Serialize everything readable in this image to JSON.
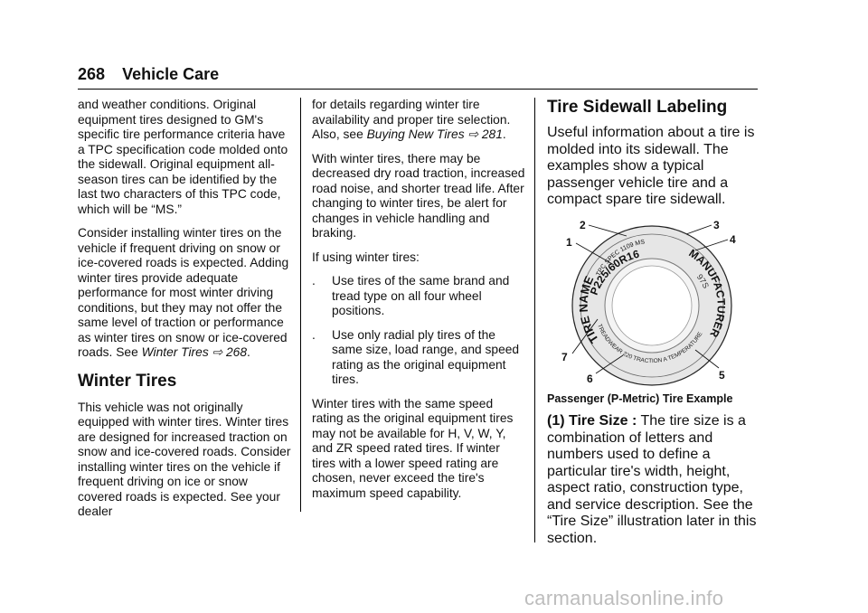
{
  "header": {
    "page_number": "268",
    "title": "Vehicle Care"
  },
  "col1": {
    "p1": "and weather conditions. Original equipment tires designed to GM's specific tire performance criteria have a TPC specification code molded onto the sidewall. Original equipment all-season tires can be identified by the last two characters of this TPC code, which will be “MS.”",
    "p2": "Consider installing winter tires on the vehicle if frequent driving on snow or ice-covered roads is expected. Adding winter tires provide adequate performance for most winter driving conditions, but they may not offer the same level of traction or performance as winter tires on snow or ice-covered roads.",
    "p2_see": "See",
    "p2_ref": "Winter Tires",
    "p2_ref_sym": "⇨",
    "p2_ref_page": "268",
    "heading": "Winter Tires",
    "p3": "This vehicle was not originally equipped with winter tires. Winter tires are designed for increased traction on snow and ice-covered roads. Consider installing winter tires on the vehicle if frequent driving on ice or snow covered roads is expected. See your dealer"
  },
  "col2": {
    "p1": "for details regarding winter tire availability and proper tire selection. Also, see",
    "p1_ref": "Buying New Tires",
    "p1_ref_sym": "⇨",
    "p1_ref_page": "281",
    "p2": "With winter tires, there may be decreased dry road traction, increased road noise, and shorter tread life. After changing to winter tires, be alert for changes in vehicle handling and braking.",
    "p3": "If using winter tires:",
    "bullets": [
      {
        "mark": ".",
        "text": "Use tires of the same brand and tread type on all four wheel positions."
      },
      {
        "mark": ".",
        "text": "Use only radial ply tires of the same size, load range, and speed rating as the original equipment tires."
      }
    ],
    "p4": "Winter tires with the same speed rating as the original equipment tires may not be available for H, V, W, Y, and ZR speed rated tires. If winter tires with a lower speed rating are chosen, never exceed the tire's maximum speed capability."
  },
  "col3": {
    "heading": "Tire Sidewall Labeling",
    "intro": "Useful information about a tire is molded into its sidewall. The examples show a typical passenger vehicle tire and a compact spare tire sidewall.",
    "figure": {
      "callouts": [
        "1",
        "2",
        "3",
        "4",
        "5",
        "6",
        "7"
      ],
      "tpc": "TPC SPEC 1109 MS",
      "size": "P225/60R16",
      "load": "97S",
      "tire_name": "TIRE NAME",
      "manufacturer": "MANUFACTURER",
      "treadwear": "TREADWEAR 220 TRACTION A TEMPERATURE"
    },
    "caption": "Passenger (P-Metric) Tire Example",
    "term": "(1) Tire Size :",
    "term_text": "The tire size is a combination of letters and numbers used to define a particular tire's width, height, aspect ratio, construction type, and service description. See the “Tire Size” illustration later in this section."
  },
  "watermark": "carmanualsonline.info"
}
